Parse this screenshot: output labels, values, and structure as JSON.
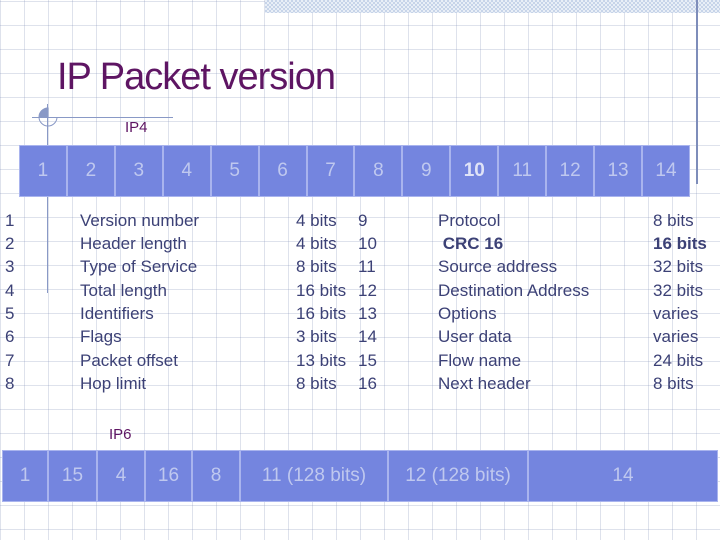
{
  "title": "IP Packet version",
  "labels": {
    "ip4": "IP4",
    "ip6": "IP6"
  },
  "ip4_header_row": {
    "cells": [
      "1",
      "2",
      "3",
      "4",
      "5",
      "6",
      "7",
      "8",
      "9",
      "10",
      "11",
      "12",
      "13",
      "14"
    ],
    "bold_cell": "10"
  },
  "ip4_fields": {
    "left": [
      {
        "num": "1",
        "field": "Version number",
        "bits": "4 bits"
      },
      {
        "num": "2",
        "field": "Header length",
        "bits": "4 bits"
      },
      {
        "num": "3",
        "field": "Type of Service",
        "bits": "8 bits"
      },
      {
        "num": "4",
        "field": "Total length",
        "bits": "16 bits"
      },
      {
        "num": "5",
        "field": "Identifiers",
        "bits": "16 bits"
      },
      {
        "num": "6",
        "field": "Flags",
        "bits": "3 bits"
      },
      {
        "num": "7",
        "field": "Packet offset",
        "bits": "13 bits"
      },
      {
        "num": "8",
        "field": "Hop limit",
        "bits": "8 bits"
      }
    ],
    "right": [
      {
        "num": "9",
        "field": "Protocol",
        "bits": "8 bits"
      },
      {
        "num": "10",
        "field": " CRC 16",
        "bits": "16 bits"
      },
      {
        "num": "11",
        "field": "Source address",
        "bits": "32 bits"
      },
      {
        "num": "12",
        "field": "Destination Address",
        "bits": "32 bits"
      },
      {
        "num": "13",
        "field": "Options",
        "bits": "varies"
      },
      {
        "num": "14",
        "field": "User data",
        "bits": "varies"
      },
      {
        "num": "15",
        "field": "Flow name",
        "bits": "24 bits"
      },
      {
        "num": "16",
        "field": "Next header",
        "bits": "8 bits"
      }
    ]
  },
  "ip6_header_row": {
    "cells": [
      "1",
      "15",
      "4",
      "16",
      "8",
      "11 (128 bits)",
      "12 (128 bits)",
      "14"
    ]
  },
  "colors": {
    "title_purple": "#5e1563",
    "cell_blue": "#7485df",
    "cell_border": "#a9b4ee",
    "cell_text": "#bfc8ef",
    "table_text": "#3c4176",
    "rule_line": "#8999c6"
  }
}
